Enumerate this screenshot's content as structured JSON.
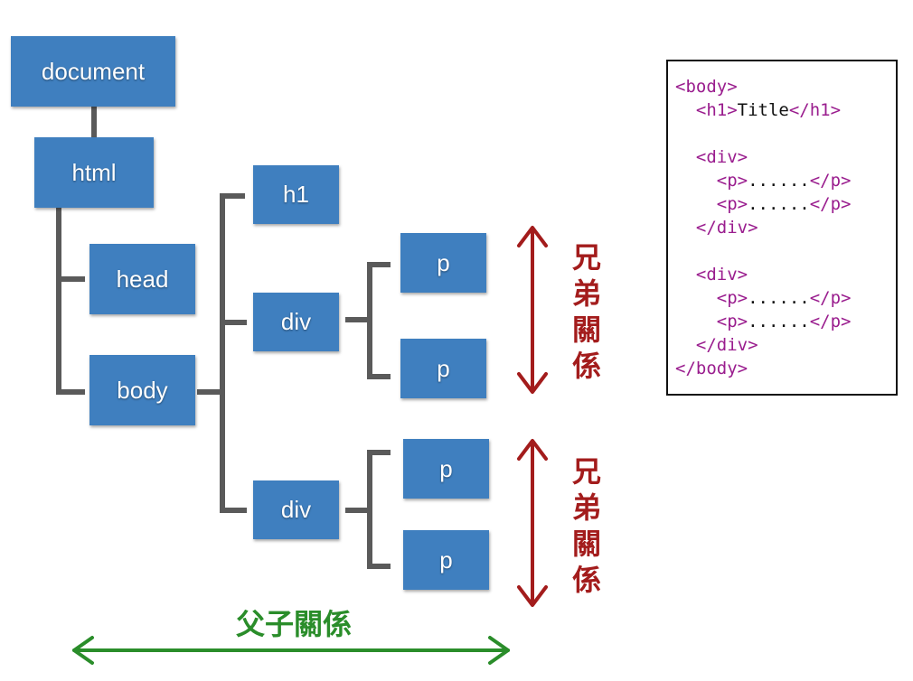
{
  "tree": {
    "nodes": {
      "document": "document",
      "html": "html",
      "head": "head",
      "body": "body",
      "h1": "h1",
      "div1": "div",
      "p1": "p",
      "p2": "p",
      "div2": "div",
      "p3": "p",
      "p4": "p"
    },
    "edges": [
      [
        "document",
        "html"
      ],
      [
        "html",
        "head"
      ],
      [
        "html",
        "body"
      ],
      [
        "body",
        "h1"
      ],
      [
        "body",
        "div1"
      ],
      [
        "body",
        "div2"
      ],
      [
        "div1",
        "p1"
      ],
      [
        "div1",
        "p2"
      ],
      [
        "div2",
        "p3"
      ],
      [
        "div2",
        "p4"
      ]
    ]
  },
  "code": {
    "lines": [
      [
        {
          "t": "tag",
          "v": "<body>"
        }
      ],
      [
        {
          "t": "tag",
          "v": "  <h1>"
        },
        {
          "t": "txt",
          "v": "Title"
        },
        {
          "t": "tag",
          "v": "</h1>"
        }
      ],
      [],
      [
        {
          "t": "tag",
          "v": "  <div>"
        }
      ],
      [
        {
          "t": "tag",
          "v": "    <p>"
        },
        {
          "t": "txt",
          "v": "......"
        },
        {
          "t": "tag",
          "v": "</p>"
        }
      ],
      [
        {
          "t": "tag",
          "v": "    <p>"
        },
        {
          "t": "txt",
          "v": "......"
        },
        {
          "t": "tag",
          "v": "</p>"
        }
      ],
      [
        {
          "t": "tag",
          "v": "  </div>"
        }
      ],
      [],
      [
        {
          "t": "tag",
          "v": "  <div>"
        }
      ],
      [
        {
          "t": "tag",
          "v": "    <p>"
        },
        {
          "t": "txt",
          "v": "......"
        },
        {
          "t": "tag",
          "v": "</p>"
        }
      ],
      [
        {
          "t": "tag",
          "v": "    <p>"
        },
        {
          "t": "txt",
          "v": "......"
        },
        {
          "t": "tag",
          "v": "</p>"
        }
      ],
      [
        {
          "t": "tag",
          "v": "  </div>"
        }
      ],
      [
        {
          "t": "tag",
          "v": "</body>"
        }
      ]
    ]
  },
  "labels": {
    "sibling_1": "兄弟關係",
    "sibling_2": "兄弟關係",
    "parent_child": "父子關係"
  },
  "colors": {
    "node": "#3f7fbf",
    "connector": "#5a5a5a",
    "sibling": "#a31c1c",
    "parent_child": "#2a8d2a",
    "code_tag": "#9a1d8e",
    "code_text": "#111111"
  }
}
